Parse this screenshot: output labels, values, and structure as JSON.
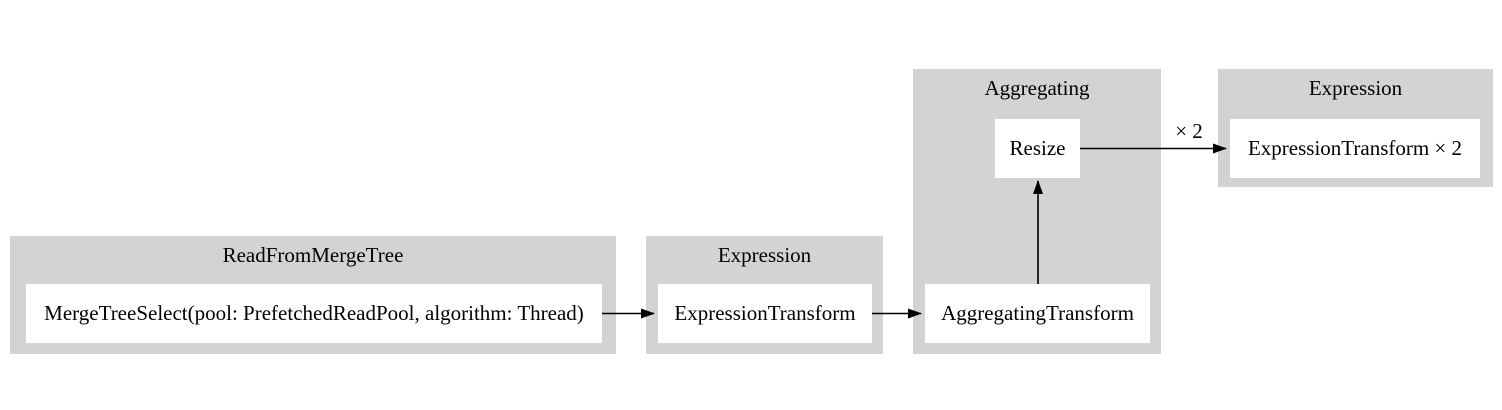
{
  "diagram": {
    "type": "query-pipeline-graph",
    "colors": {
      "canvas_bg": "#ffffff",
      "cluster_bg": "#d3d3d3",
      "node_bg": "#ffffff",
      "edge": "#000000",
      "text": "#000000"
    },
    "clusters": [
      {
        "label": "ReadFromMergeTree",
        "nodes": [
          {
            "label": "MergeTreeSelect(pool: PrefetchedReadPool, algorithm: Thread)"
          }
        ]
      },
      {
        "label": "Expression",
        "nodes": [
          {
            "label": "ExpressionTransform"
          }
        ]
      },
      {
        "label": "Aggregating",
        "nodes": [
          {
            "label": "Resize"
          },
          {
            "label": "AggregatingTransform"
          }
        ]
      },
      {
        "label": "Expression",
        "nodes": [
          {
            "label": "ExpressionTransform × 2"
          }
        ]
      }
    ],
    "edges": [
      {
        "from": "MergeTreeSelect(pool: PrefetchedReadPool, algorithm: Thread)",
        "to": "ExpressionTransform",
        "label": ""
      },
      {
        "from": "ExpressionTransform",
        "to": "AggregatingTransform",
        "label": ""
      },
      {
        "from": "AggregatingTransform",
        "to": "Resize",
        "label": ""
      },
      {
        "from": "Resize",
        "to": "ExpressionTransform × 2",
        "label": "× 2"
      }
    ]
  }
}
